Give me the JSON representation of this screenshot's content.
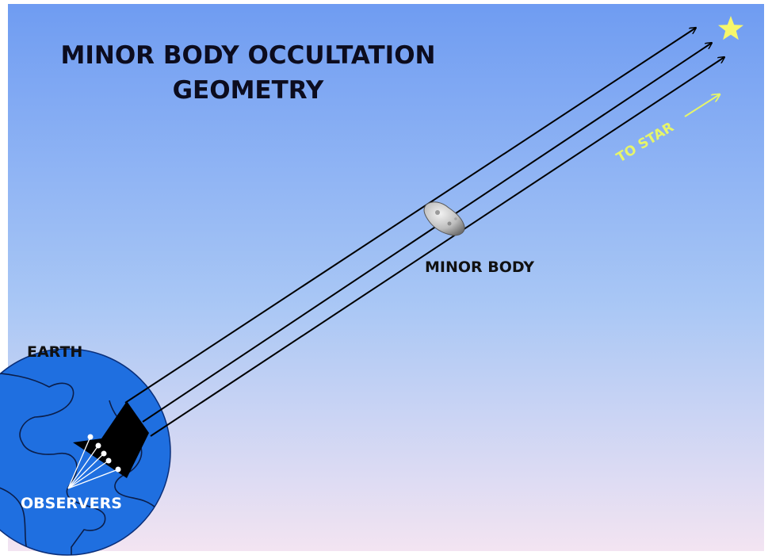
{
  "title": {
    "line1": "MINOR BODY OCCULTATION",
    "line2": "GEOMETRY"
  },
  "labels": {
    "earth": "EARTH",
    "minor_body": "MINOR BODY",
    "observers": "OBSERVERS",
    "to_star": "TO STAR"
  },
  "colors": {
    "sky_top": "#6f9cf2",
    "sky_bottom": "#f3e4f2",
    "earth_fill": "#1f6fe0",
    "shadow": "#000000",
    "to_star": "#e6f56a",
    "star": "#f7f76a",
    "observers": "#ffffff"
  },
  "icons": {
    "star": "star-icon",
    "asteroid": "asteroid-icon"
  }
}
